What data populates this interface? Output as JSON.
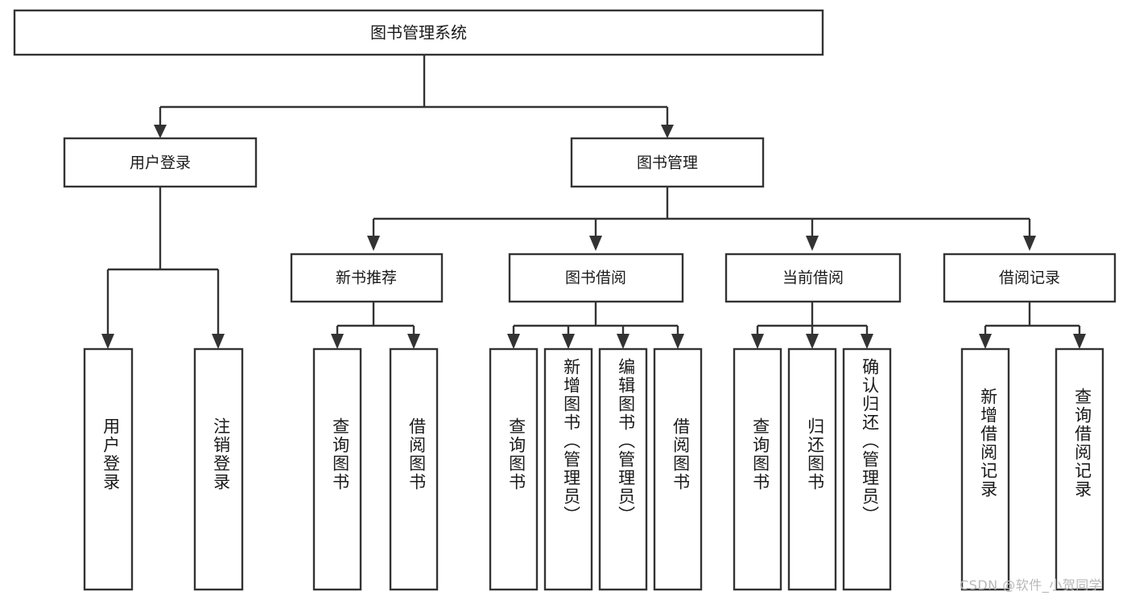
{
  "diagram": {
    "title": "图书管理系统",
    "type": "hierarchy-tree",
    "accent_color": "#333333",
    "background_color": "#ffffff",
    "root": {
      "id": "root",
      "label": "图书管理系统"
    },
    "level2": [
      {
        "id": "user-login",
        "label": "用户登录"
      },
      {
        "id": "book-management",
        "label": "图书管理"
      }
    ],
    "level3": [
      {
        "id": "new-book-recommend",
        "label": "新书推荐",
        "parent": "book-management"
      },
      {
        "id": "book-borrow",
        "label": "图书借阅",
        "parent": "book-management"
      },
      {
        "id": "current-borrow",
        "label": "当前借阅",
        "parent": "book-management"
      },
      {
        "id": "borrow-record",
        "label": "借阅记录",
        "parent": "book-management"
      }
    ],
    "leaves": [
      {
        "id": "leaf-user-login",
        "label": "用户登录",
        "parent": "user-login"
      },
      {
        "id": "leaf-logout-login",
        "label": "注销登录",
        "parent": "user-login"
      },
      {
        "id": "leaf-query-book-1",
        "label": "查询图书",
        "parent": "new-book-recommend"
      },
      {
        "id": "leaf-borrow-book-1",
        "label": "借阅图书",
        "parent": "new-book-recommend"
      },
      {
        "id": "leaf-query-book-2",
        "label": "查询图书",
        "parent": "book-borrow"
      },
      {
        "id": "leaf-add-book",
        "label": "新增图书（管理员）",
        "parent": "book-borrow"
      },
      {
        "id": "leaf-edit-book",
        "label": "编辑图书（管理员）",
        "parent": "book-borrow"
      },
      {
        "id": "leaf-borrow-book-2",
        "label": "借阅图书",
        "parent": "book-borrow"
      },
      {
        "id": "leaf-query-book-3",
        "label": "查询图书",
        "parent": "current-borrow"
      },
      {
        "id": "leaf-return-book",
        "label": "归还图书",
        "parent": "current-borrow"
      },
      {
        "id": "leaf-confirm-return",
        "label": "确认归还（管理员）",
        "parent": "current-borrow"
      },
      {
        "id": "leaf-add-record",
        "label": "新增借阅记录",
        "parent": "borrow-record"
      },
      {
        "id": "leaf-query-record",
        "label": "查询借阅记录",
        "parent": "borrow-record"
      }
    ]
  },
  "watermark": {
    "text": "CSDN @软件_小贺同学"
  }
}
